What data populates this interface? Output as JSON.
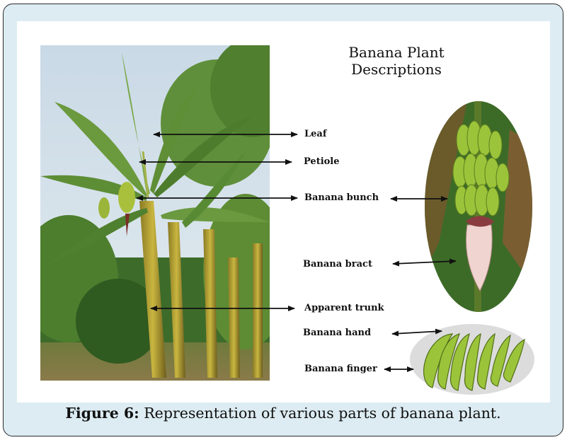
{
  "figure": {
    "title_line1": "Banana Plant",
    "title_line2": "Descriptions",
    "labels": {
      "leaf": "Leaf",
      "petiole": "Petiole",
      "bunch": "Banana bunch",
      "bract": "Banana bract",
      "trunk": "Apparent trunk",
      "hand": "Banana hand",
      "finger": "Banana finger"
    }
  },
  "caption": {
    "label": "Figure 6:",
    "text": " Representation of various parts of banana plant."
  },
  "colors": {
    "frame_bg": "#dcecf2",
    "leaf_green": "#3f7a2a",
    "banana_green": "#8dbb2e"
  }
}
